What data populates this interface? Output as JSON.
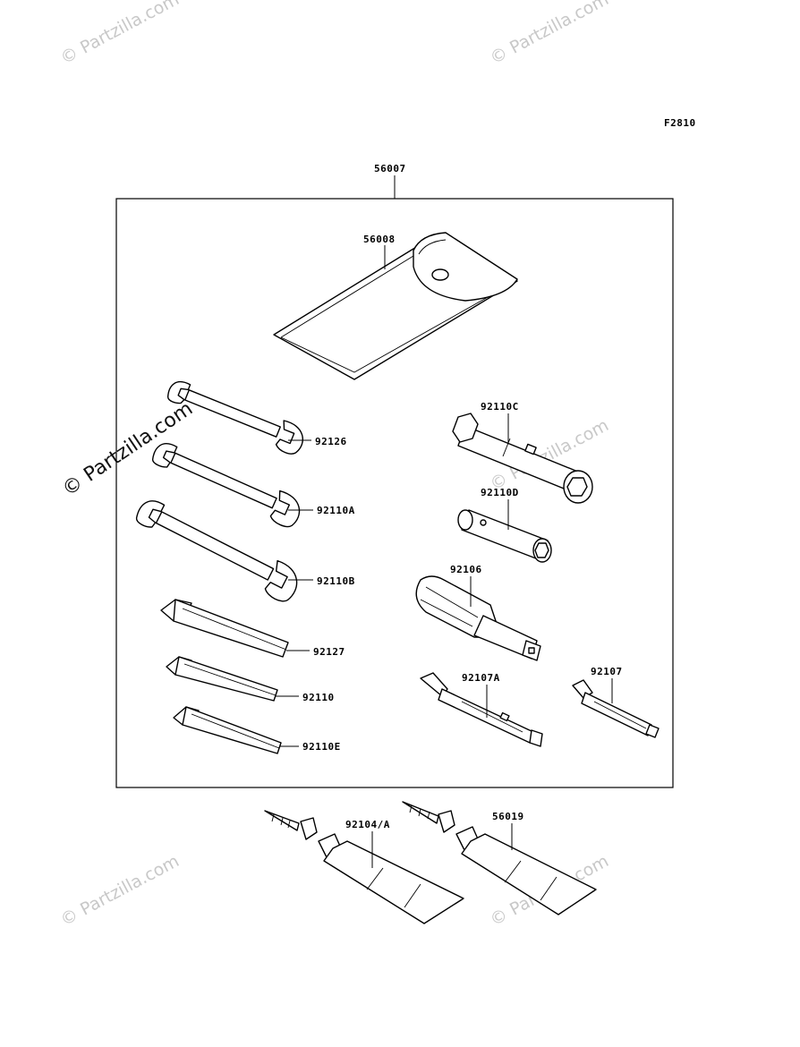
{
  "figure_code": "F2810",
  "watermark_text": "© Partzilla.com",
  "parts": {
    "kit": "56007",
    "pouch": "56008",
    "wrench_a": "92126",
    "wrench_b": "92110A",
    "wrench_c": "92110B",
    "hex_a": "92127",
    "hex_b": "92110",
    "hex_c": "92110E",
    "socket_c": "92110C",
    "socket_d": "92110D",
    "handle": "92106",
    "driver_a": "92107A",
    "driver_b": "92107",
    "tube_a": "92104/A",
    "tube_b": "56019"
  }
}
